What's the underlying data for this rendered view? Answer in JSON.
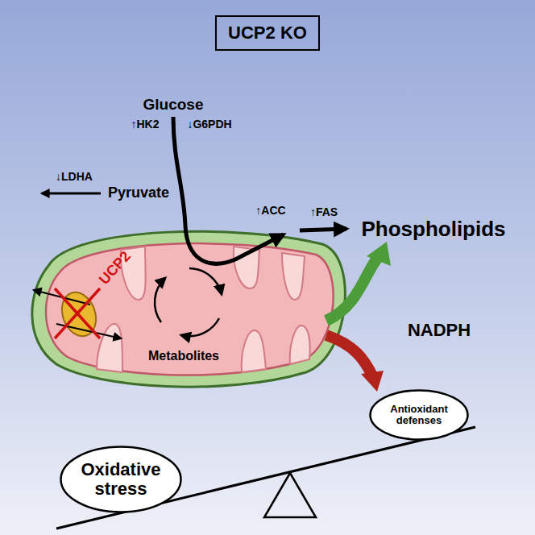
{
  "diagram": {
    "nodes": [
      {
        "text": [
          "UCP2 KO"
        ]
      },
      {
        "text": [
          "Antioxidant defenses"
        ]
      },
      {
        "text": [
          "Oxidative stress"
        ]
      }
    ],
    "labels": [
      "Glucose",
      "↑HK2",
      "↓G6PDH",
      "↓LDHA",
      "Pyruvate",
      "↑ACC",
      "↑FAS",
      "Phospholipids",
      "UCP2",
      "NADPH",
      "Metabolites"
    ]
  }
}
